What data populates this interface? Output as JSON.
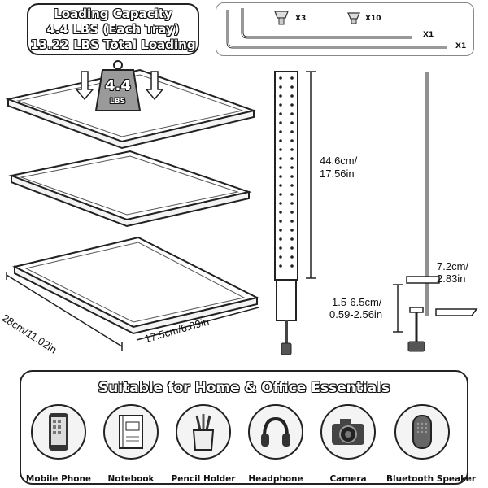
{
  "capacity": {
    "title": "Loading Capacity",
    "per_tray": "4.4 LBS (Each Tray)",
    "total": "13.22 LBS Total Loading"
  },
  "hardware": {
    "screw_small_qty": "X3",
    "screw_large_qty": "X10",
    "wrench_short_qty": "X1",
    "wrench_long_qty": "X1"
  },
  "weight_badge": {
    "value": "4.4",
    "unit": "LBS"
  },
  "dimensions": {
    "tray_length": "28cm/11.02in",
    "tray_width": "17.5cm/6.89in",
    "pole_height_cm": "44.6cm/",
    "pole_height_in": "17.56in",
    "arm_cm": "7.2cm/",
    "arm_in": "2.83in",
    "clamp_cm": "1.5-6.5cm/",
    "clamp_in": "0.59-2.56in"
  },
  "essentials": {
    "title": "Suitable for Home & Office Essentials",
    "items": [
      {
        "label": "Mobile Phone",
        "icon": "mobile-phone-icon"
      },
      {
        "label": "Notebook",
        "icon": "notebook-icon"
      },
      {
        "label": "Pencil Holder",
        "icon": "pencil-holder-icon"
      },
      {
        "label": "Headphone",
        "icon": "headphone-icon"
      },
      {
        "label": "Camera",
        "icon": "camera-icon"
      },
      {
        "label": "Bluetooth Speaker",
        "icon": "bluetooth-speaker-icon"
      }
    ]
  }
}
